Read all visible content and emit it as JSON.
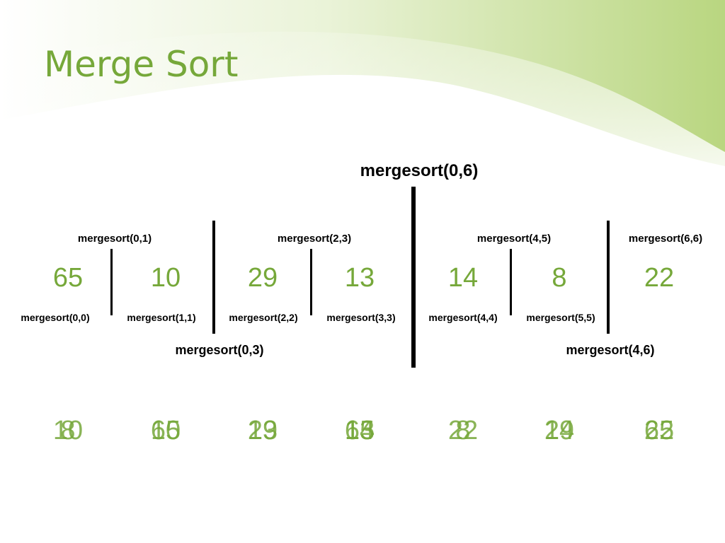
{
  "slide": {
    "title": "Merge Sort",
    "accent_color": "#76a83a",
    "text_color": "#000000"
  },
  "diagram": {
    "calls": {
      "root": "mergesort(0,6)",
      "left_half": "mergesort(0,3)",
      "right_half": "mergesort(4,6)",
      "ms_0_1": "mergesort(0,1)",
      "ms_2_3": "mergesort(2,3)",
      "ms_4_5": "mergesort(4,5)",
      "ms_6_6": "mergesort(6,6)",
      "ms_0_0": "mergesort(0,0)",
      "ms_1_1": "mergesort(1,1)",
      "ms_2_2": "mergesort(2,2)",
      "ms_3_3": "mergesort(3,3)",
      "ms_4_4": "mergesort(4,4)",
      "ms_5_5": "mergesort(5,5)"
    },
    "input_array": [
      "65",
      "10",
      "29",
      "13",
      "14",
      "8",
      "22"
    ],
    "result_overlaps": [
      [
        "10",
        "8"
      ],
      [
        "65",
        "10"
      ],
      [
        "29",
        "13"
      ],
      [
        "65",
        "14",
        "13"
      ],
      [
        "22",
        "8"
      ],
      [
        "29",
        "14"
      ],
      [
        "65",
        "22"
      ]
    ]
  }
}
